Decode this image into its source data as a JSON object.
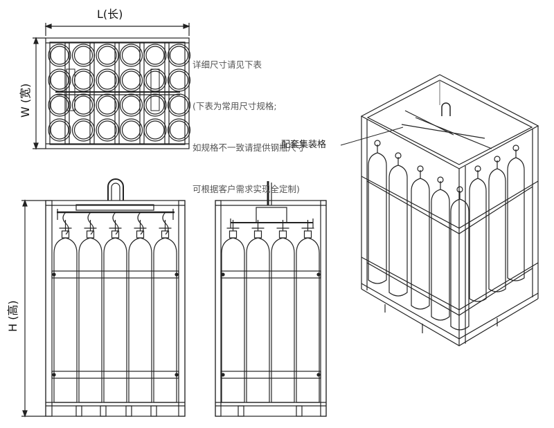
{
  "dimensions": {
    "length_label": "L(长)",
    "width_label": "W (宽)",
    "height_label": "H (高)"
  },
  "note": {
    "lines": [
      "详细尺寸请见下表",
      "(下表为常用尺寸规格;",
      "如规格不一致请提供钢瓶尺寸",
      "可根据客户需求实现全定制)"
    ]
  },
  "callout": {
    "label": "配套集装格"
  },
  "colors": {
    "line": "#222222",
    "frame_fill": "#ffffff",
    "text_gray": "#555555"
  }
}
